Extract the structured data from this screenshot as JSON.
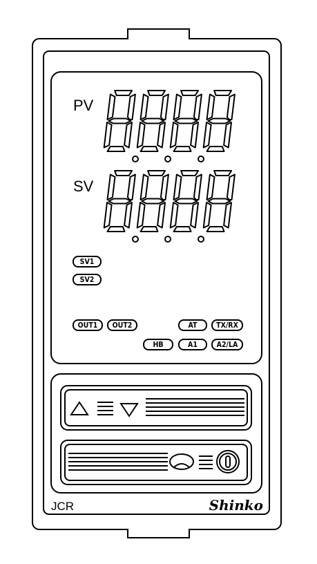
{
  "display": {
    "pv_label": "PV",
    "sv_label": "SV",
    "digits_per_row": 4
  },
  "indicators": {
    "sv1": "SV1",
    "sv2": "SV2",
    "out1": "OUT1",
    "out2": "OUT2",
    "at": "AT",
    "txrx": "TX/RX",
    "hb": "HB",
    "a1": "A1",
    "a2la": "A2/LA"
  },
  "buttons": {
    "up": "up-arrow-key",
    "down": "down-arrow-key",
    "mode": "mode-key",
    "power": "power-key"
  },
  "branding": {
    "model": "JCR",
    "logo": "Shinko"
  },
  "colors": {
    "line": "#000000",
    "background": "#ffffff"
  }
}
